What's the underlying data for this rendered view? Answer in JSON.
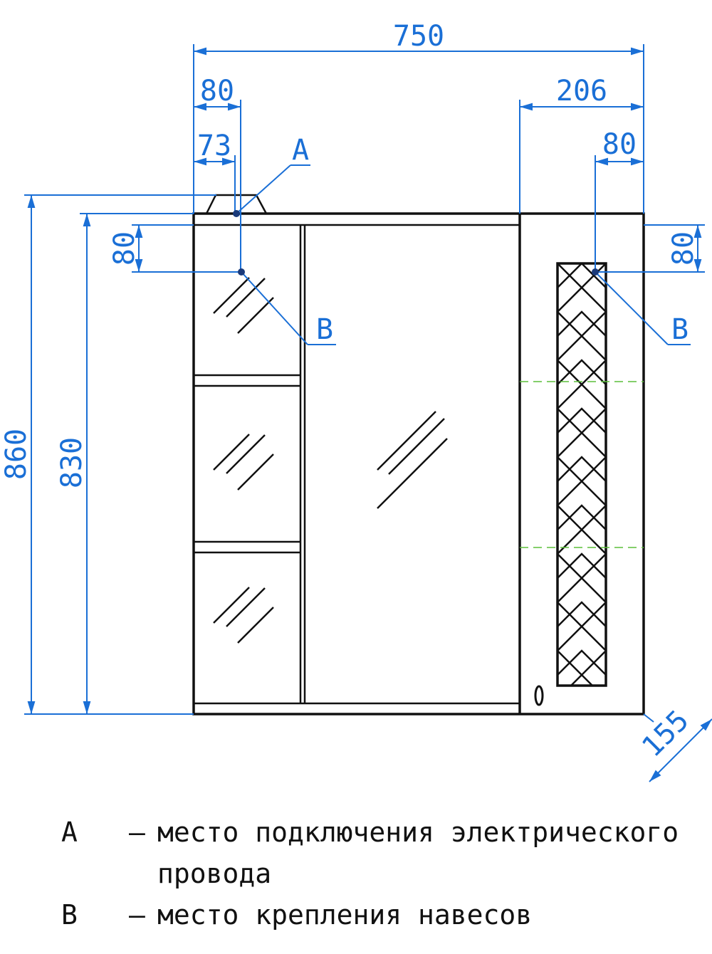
{
  "dimensions": {
    "overall_width": "750",
    "left_offset_80": "80",
    "left_offset_73": "73",
    "right_section": "206",
    "right_offset_80": "80",
    "left_vertical_80": "80",
    "right_vertical_80": "80",
    "height_860": "860",
    "height_830": "830",
    "depth": "155"
  },
  "callouts": {
    "a": "A",
    "b_left": "B",
    "b_right": "B"
  },
  "legend": [
    {
      "key": "A",
      "dash": "–",
      "text": "место подключения электрического провода"
    },
    {
      "key": "B",
      "dash": "–",
      "text": "место крепления навесов"
    }
  ],
  "colors": {
    "dimension": "#1a6fd6",
    "object": "#111111",
    "guide": "#5cbf3a",
    "connector": "#1a3a7a"
  }
}
